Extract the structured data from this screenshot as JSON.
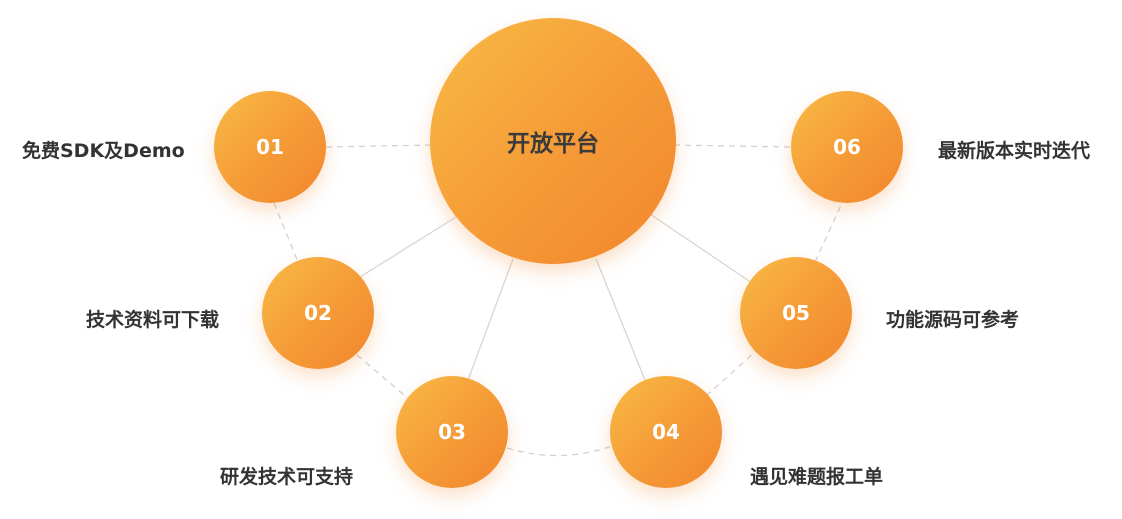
{
  "center": {
    "label": "开放平台"
  },
  "nodes": [
    {
      "number": "01",
      "label": "免费SDK及Demo"
    },
    {
      "number": "02",
      "label": "技术资料可下载"
    },
    {
      "number": "03",
      "label": "研发技术可支持"
    },
    {
      "number": "04",
      "label": "遇见难题报工单"
    },
    {
      "number": "05",
      "label": "功能源码可参考"
    },
    {
      "number": "06",
      "label": "最新版本实时迭代"
    }
  ],
  "colors": {
    "gradient_light": "#f8bb45",
    "gradient_dark": "#f2862c",
    "label_text": "#333333",
    "connector": "#cfcfcf"
  }
}
